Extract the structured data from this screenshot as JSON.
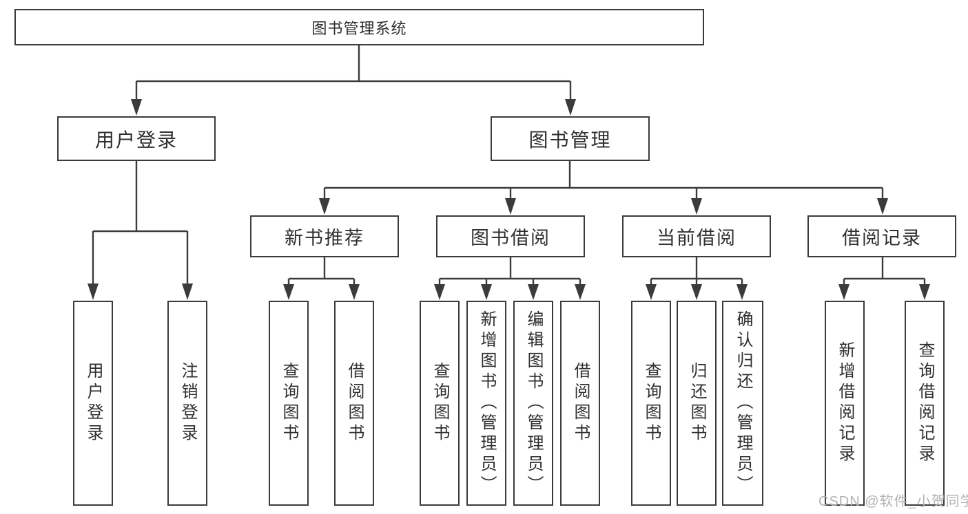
{
  "diagram": {
    "root": {
      "label": "图书管理系统"
    },
    "level2": [
      {
        "label": "用户登录",
        "children": [
          "用户登录",
          "注销登录"
        ]
      },
      {
        "label": "图书管理",
        "children": [
          {
            "label": "新书推荐",
            "children": [
              "查询图书",
              "借阅图书"
            ]
          },
          {
            "label": "图书借阅",
            "children": [
              "查询图书",
              "新增图书（管理员）",
              "编辑图书（管理员）",
              "借阅图书"
            ]
          },
          {
            "label": "当前借阅",
            "children": [
              "查询图书",
              "归还图书",
              "确认归还（管理员）"
            ]
          },
          {
            "label": "借阅记录",
            "children": [
              "新增借阅记录",
              "查询借阅记录"
            ]
          }
        ]
      }
    ]
  },
  "watermark": {
    "text": "CSDN @软件_小贺同学"
  },
  "colors": {
    "line": "#3b3b3b",
    "text": "#2f2f2f",
    "watermark": "#b3b3b3",
    "background": "#ffffff"
  }
}
